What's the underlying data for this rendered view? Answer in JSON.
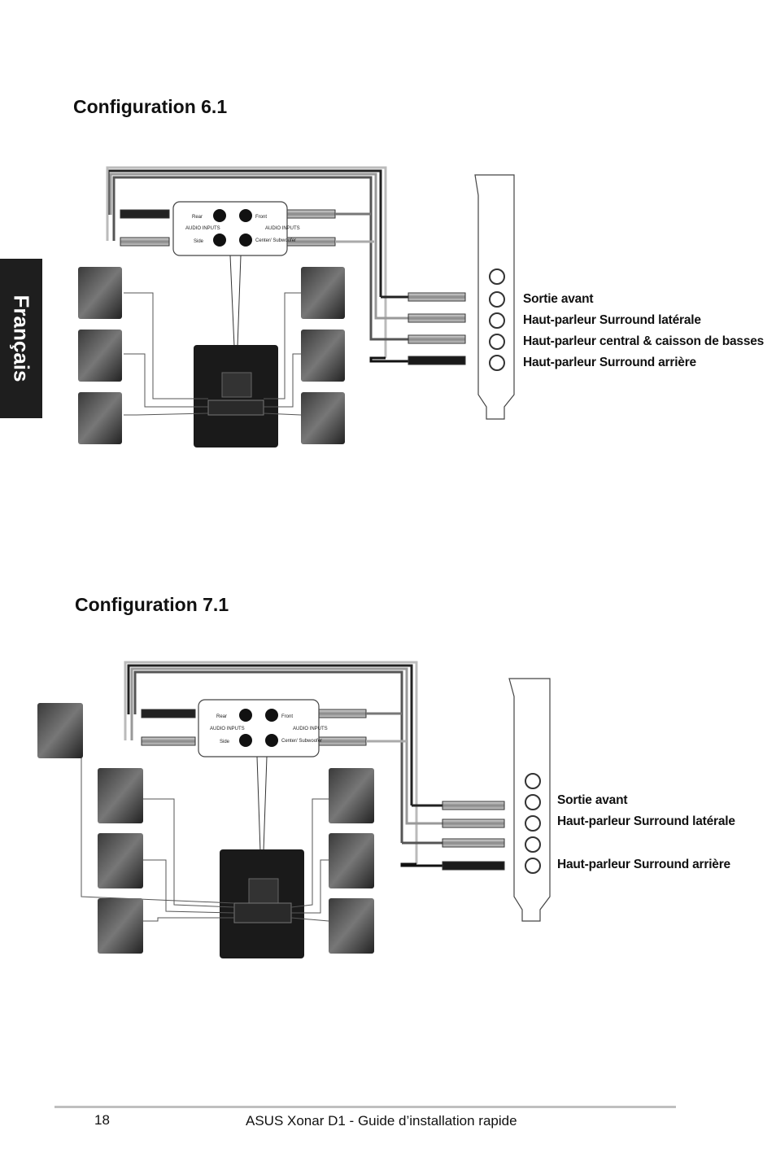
{
  "side_tab": {
    "label": "Français"
  },
  "config61": {
    "title": "Configuration 6.1",
    "panel": {
      "rear": "Rear",
      "front": "Front",
      "side": "Side",
      "center_sub": "Center/ Subwoofer",
      "audio_inputs": "AUDIO INPUTS"
    },
    "labels": [
      "Sortie avant",
      "Haut-parleur Surround latérale",
      "Haut-parleur central & caisson de basses",
      "Haut-parleur Surround arrière"
    ]
  },
  "config71": {
    "title": "Configuration 7.1",
    "panel": {
      "rear": "Rear",
      "front": "Front",
      "side": "Side",
      "center_sub": "Center/ Subwoofer",
      "audio_inputs": "AUDIO INPUTS"
    },
    "labels": [
      "Sortie avant",
      "Haut-parleur Surround latérale",
      "Haut-parleur Surround arrière"
    ]
  },
  "footer": {
    "page_number": "18",
    "title": "ASUS Xonar D1 - Guide d’installation rapide"
  }
}
